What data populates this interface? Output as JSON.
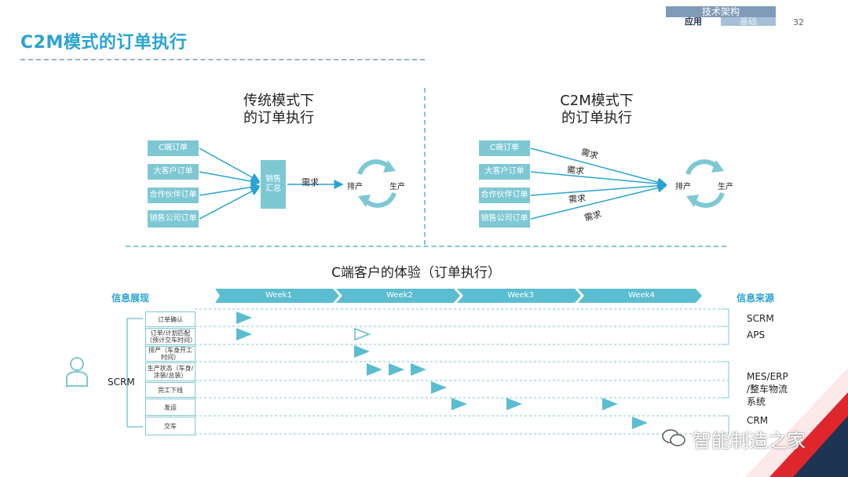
{
  "header": {
    "title": "C2M模式的订单执行",
    "tag_top": "技术架构",
    "tag_left": "应用",
    "tag_right": "基础",
    "page_number": "32"
  },
  "traditional": {
    "title_line1": "传统模式下",
    "title_line2": "的订单执行",
    "orders": [
      "C端订单",
      "大客户订单",
      "合作伙伴订单",
      "销售公司订单"
    ],
    "summary": "销售汇总",
    "demand": "需求",
    "schedule": "排产",
    "production": "生产"
  },
  "c2m": {
    "title_line1": "C2M模式下",
    "title_line2": "的订单执行",
    "orders": [
      "C端订单",
      "大客户订单",
      "合作伙伴订单",
      "销售公司订单"
    ],
    "demand_labels": [
      "需求",
      "需求",
      "需求",
      "需求"
    ],
    "schedule": "排产",
    "production": "生产"
  },
  "timeline": {
    "title": "C端客户的体验（订单执行）",
    "left_header": "信息展现",
    "right_header": "信息来源",
    "weeks": [
      "Week1",
      "Week2",
      "Week3",
      "Week4"
    ],
    "scrm_label": "SCRM",
    "steps": [
      "订单确认",
      "订单/计划匹配（预计交车时间）",
      "排产（车身开工时间）",
      "生产状态（车身/涂装/总装）",
      "完工下线",
      "发运",
      "交车"
    ],
    "sources": [
      "SCRM",
      "APS",
      "MES/ERP",
      "/整车物流",
      "系统",
      "CRM"
    ]
  },
  "watermark": "智能制造之家",
  "colors": {
    "accent": "#2aa3d3",
    "box": "#7ec8d4",
    "red": "#e0262d",
    "navy": "#1d3553"
  }
}
